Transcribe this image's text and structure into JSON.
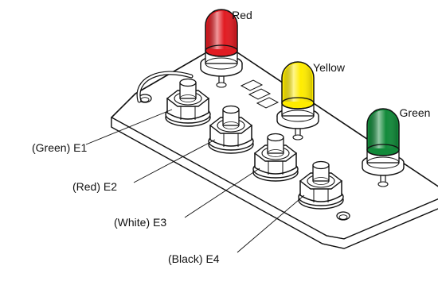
{
  "lamps": [
    {
      "label": "Red",
      "color": "#e11b22"
    },
    {
      "label": "Yellow",
      "color": "#ffec00"
    },
    {
      "label": "Green",
      "color": "#128a3a"
    }
  ],
  "terminals": [
    {
      "label": "(Green) E1"
    },
    {
      "label": "(Red) E2"
    },
    {
      "label": "(White) E3"
    },
    {
      "label": "(Black) E4"
    }
  ],
  "colors": {
    "outline": "#111111",
    "metal": "#ffffff",
    "background": "#ffffff"
  }
}
